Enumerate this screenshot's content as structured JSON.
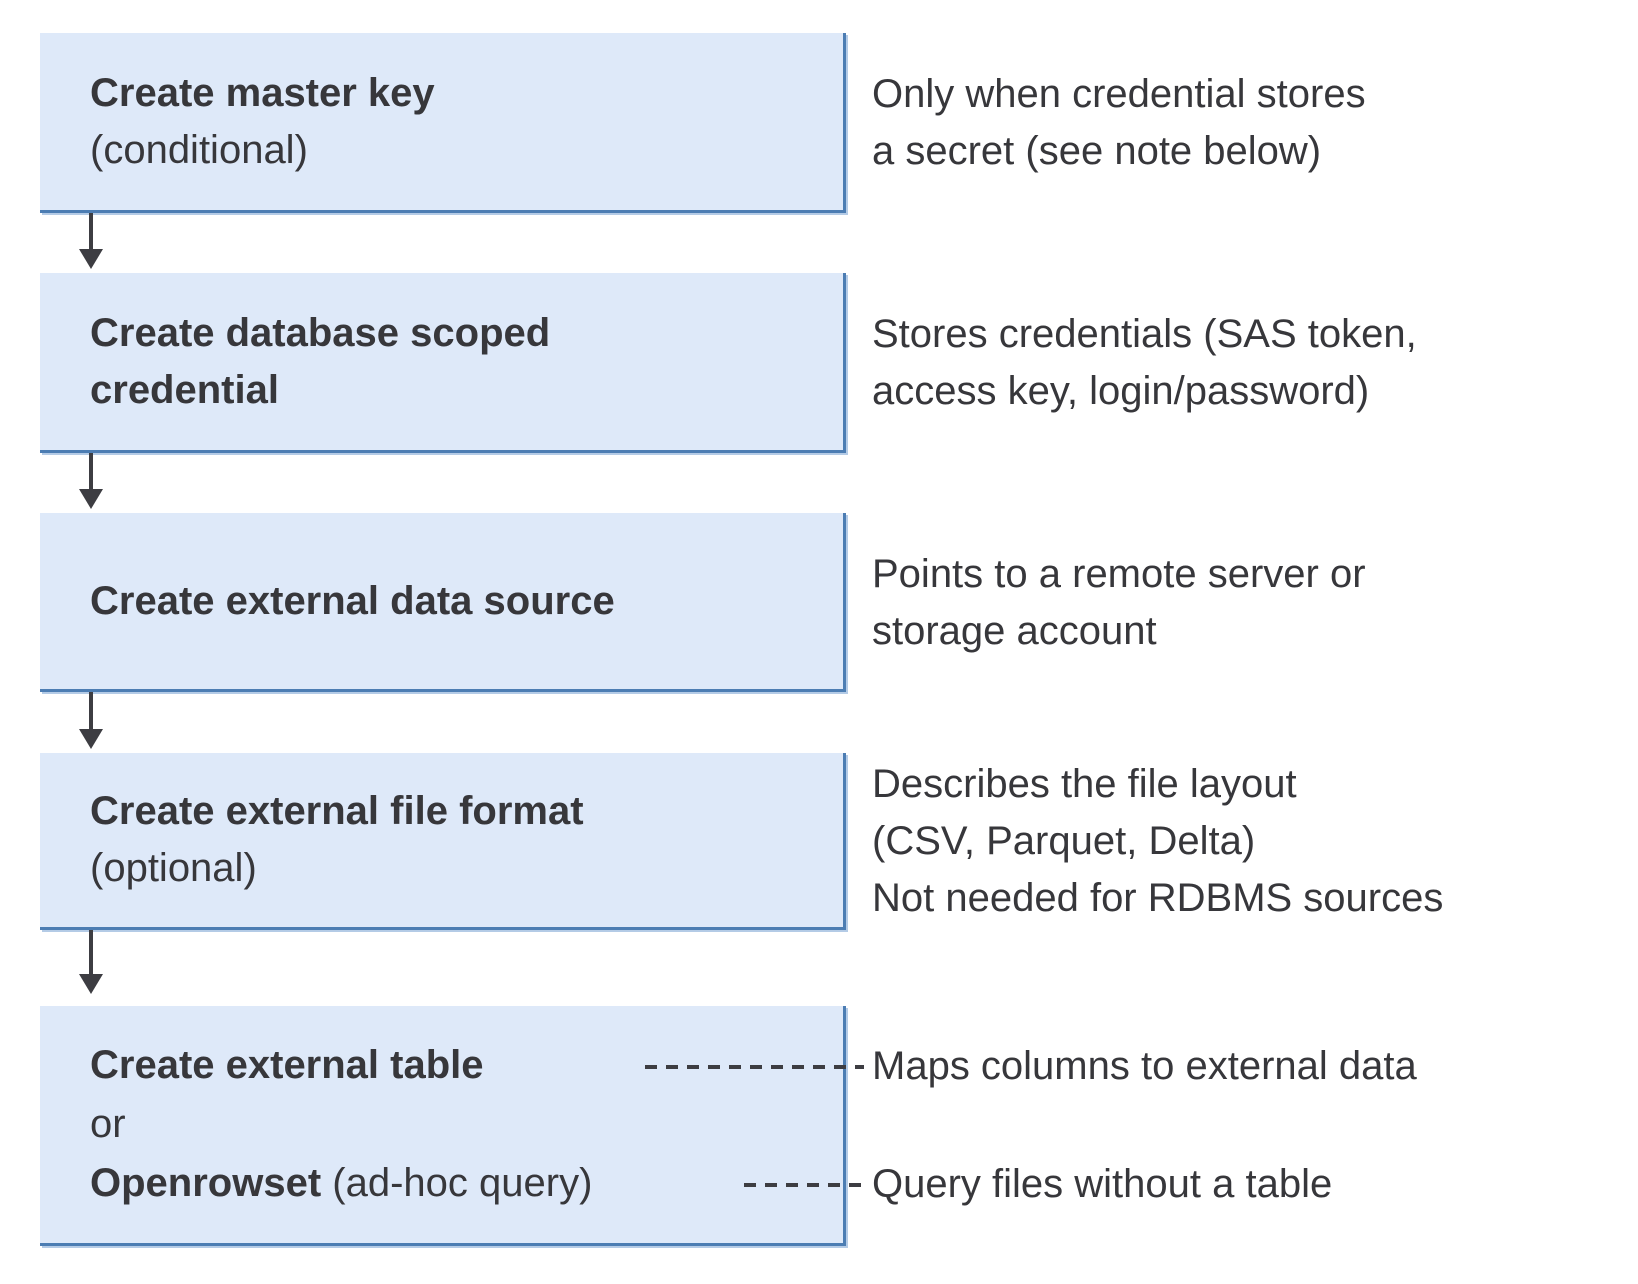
{
  "flow": {
    "steps": [
      {
        "title": "Create master key",
        "subtitle": "(conditional)",
        "desc_lines": [
          "Only when credential stores",
          "a secret (see note below)"
        ]
      },
      {
        "title_lines": [
          "Create database scoped",
          "credential"
        ],
        "desc_lines": [
          "Stores credentials (SAS token,",
          "access key, login/password)"
        ]
      },
      {
        "title": "Create external data source",
        "desc_lines": [
          "Points to a remote server or",
          "storage account"
        ]
      },
      {
        "title": "Create external file format",
        "subtitle": "(optional)",
        "desc_lines": [
          "Describes the file layout",
          "(CSV, Parquet, Delta)",
          "Not needed for RDBMS sources"
        ]
      },
      {
        "option1_title": "Create external table",
        "conjunction": "or",
        "option2_title": "Openrowset",
        "option2_suffix": " (ad-hoc query)",
        "option1_note": "Maps columns to external data",
        "option2_note": "Query files without a table"
      }
    ],
    "colors": {
      "box_fill": "#dee9f9",
      "box_border": "#4c7db3",
      "box_border_light": "#b4cbe6",
      "arrow": "#3d3d42",
      "text": "#37373b",
      "background": "#ffffff"
    }
  }
}
